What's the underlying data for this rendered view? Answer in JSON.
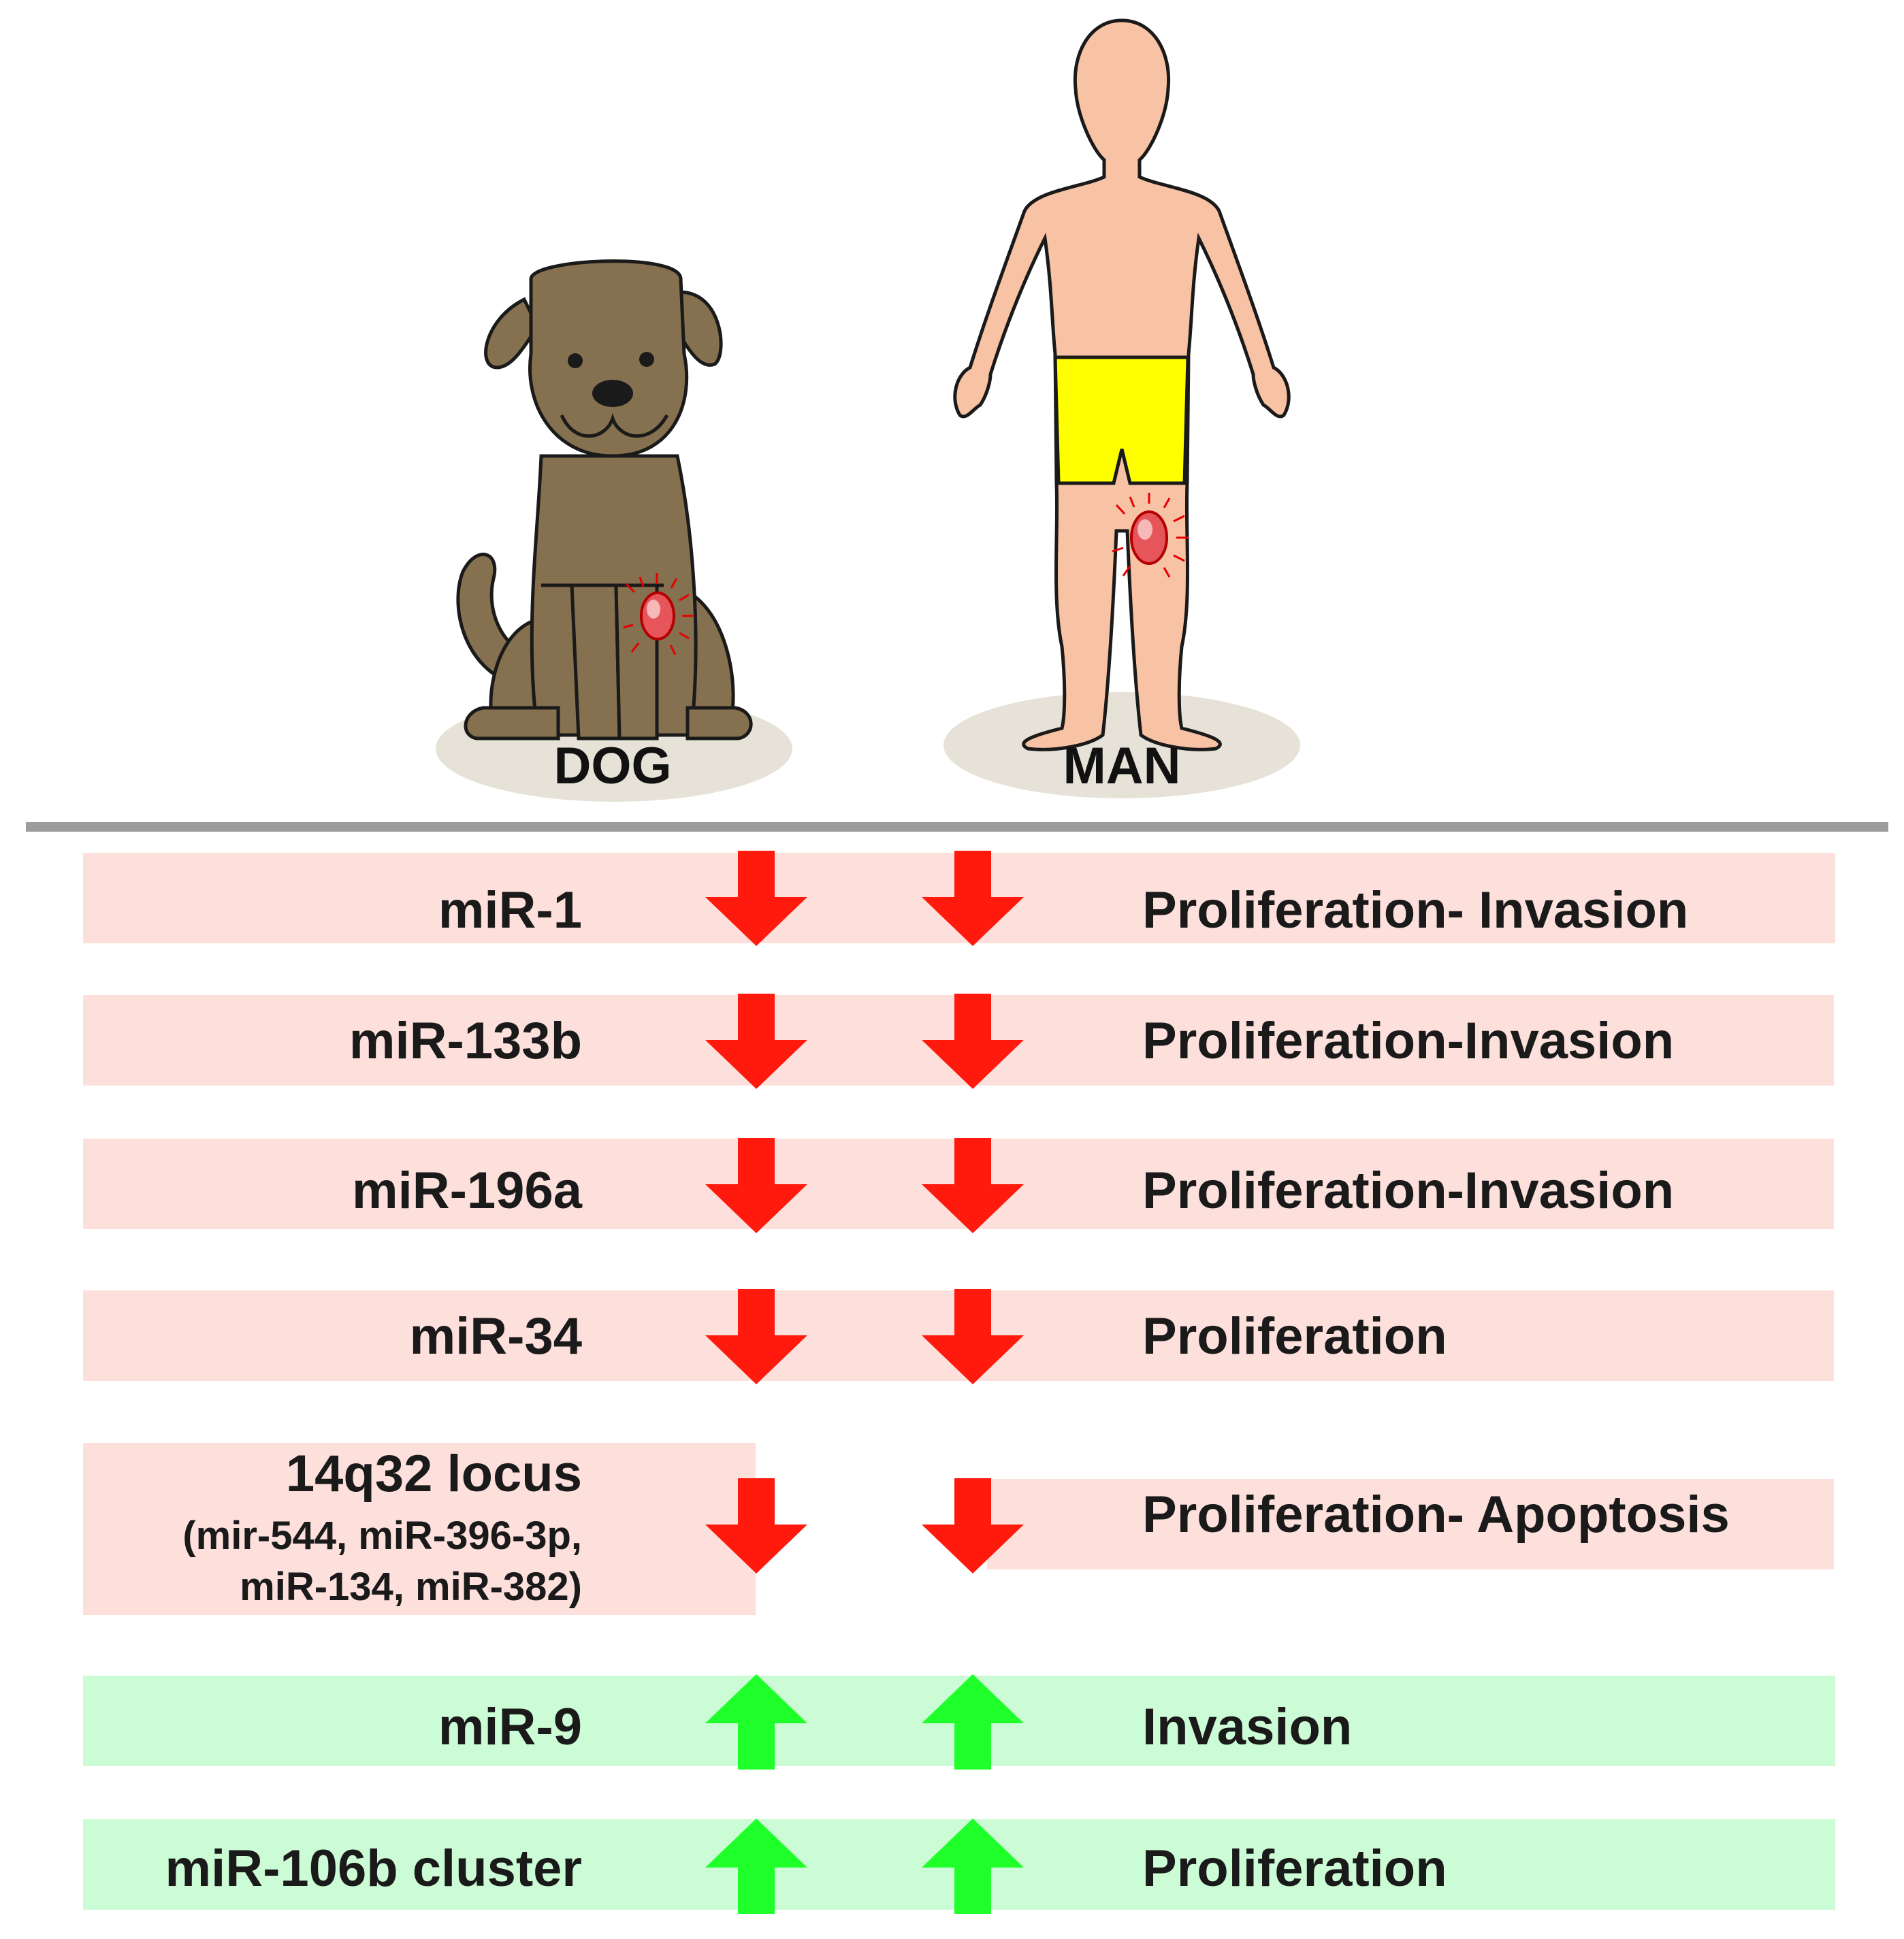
{
  "species": {
    "dog": "DOG",
    "man": "MAN"
  },
  "colors": {
    "down_arrow": "#ff1a0d",
    "up_arrow": "#1fff2a",
    "down_row": "#fde0dc",
    "up_row": "#ccfcd5",
    "divider": "#9c9c9c",
    "dog_body": "#85704f",
    "human_skin": "#f8c2a4",
    "shorts": "#ffff00",
    "tumor": "#e5555a"
  },
  "rows": [
    {
      "mir": "miR-1",
      "direction": "down",
      "effect": "Proliferation- Invasion"
    },
    {
      "mir": "miR-133b",
      "direction": "down",
      "effect": "Proliferation-Invasion"
    },
    {
      "mir": "miR-196a",
      "direction": "down",
      "effect": "Proliferation-Invasion"
    },
    {
      "mir": "miR-34",
      "direction": "down",
      "effect": "Proliferation"
    },
    {
      "mir": "14q32 locus",
      "sub_lines": [
        "(mir-544, miR-396-3p,",
        "miR-134, miR-382)"
      ],
      "direction": "down",
      "effect": "Proliferation- Apoptosis"
    },
    {
      "mir": "miR-9",
      "direction": "up",
      "effect": "Invasion"
    },
    {
      "mir": "miR-106b cluster",
      "direction": "up",
      "effect": "Proliferation"
    }
  ]
}
